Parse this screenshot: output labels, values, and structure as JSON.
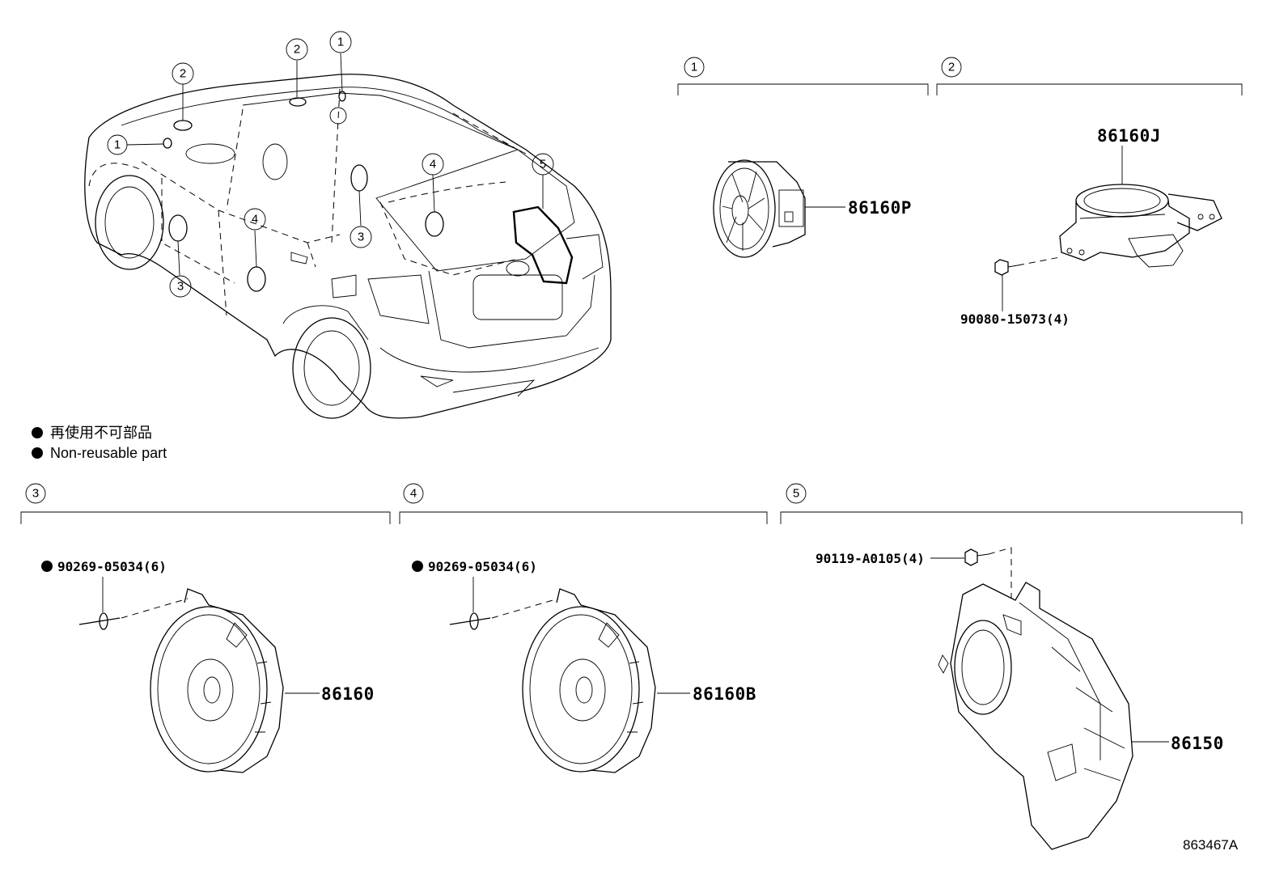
{
  "callout_circles": {
    "c1": "1",
    "c2": "2",
    "c3": "3",
    "c4": "4",
    "c5": "5"
  },
  "legend": {
    "non_reusable_jp": "再使用不可部品",
    "non_reusable_en": "Non-reusable part"
  },
  "groups": [
    {
      "id": "1",
      "parts": [
        "86160P"
      ]
    },
    {
      "id": "2",
      "parts": [
        "86160J",
        "90080-15073(4)"
      ]
    },
    {
      "id": "3",
      "parts": [
        "90269-05034(6)",
        "86160"
      ]
    },
    {
      "id": "4",
      "parts": [
        "90269-05034(6)",
        "86160B"
      ]
    },
    {
      "id": "5",
      "parts": [
        "90119-A0105(4)",
        "86150"
      ]
    }
  ],
  "parts": {
    "p86160P": "86160P",
    "p86160J": "86160J",
    "p9008015073": "90080-15073(4)",
    "p9026905034_a": "90269-05034(6)",
    "p86160": "86160",
    "p9026905034_b": "90269-05034(6)",
    "p86160B": "86160B",
    "p90119A0105": "90119-A0105(4)",
    "p86150": "86150"
  },
  "diagram_id": "863467A"
}
